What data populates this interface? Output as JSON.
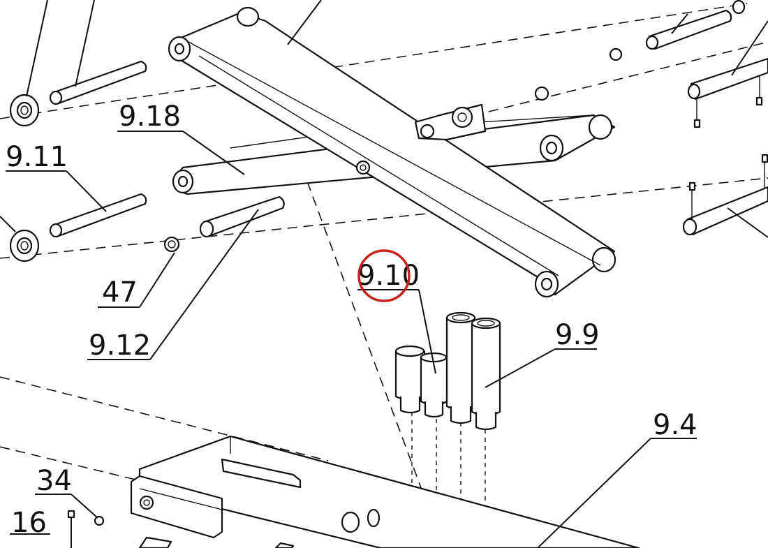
{
  "diagram": {
    "callouts": {
      "c_9_18": "9.18",
      "c_9_11": "9.11",
      "c_47": "47",
      "c_9_12": "9.12",
      "c_9_10": "9.10",
      "c_9_9": "9.9",
      "c_9_4": "9.4",
      "c_34": "34",
      "c_16": "16"
    },
    "highlight": {
      "target": "9.10",
      "color": "#c8201c"
    }
  }
}
